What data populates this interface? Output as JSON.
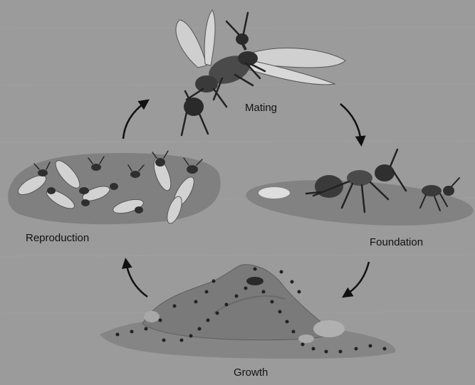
{
  "diagram": {
    "stages": {
      "mating": "Mating",
      "foundation": "Foundation",
      "growth": "Growth",
      "reproduction": "Reproduction"
    },
    "colors": {
      "background": "#9b9b9b",
      "platform": "#828282",
      "ant_dark": "#2a2a2a",
      "ant_body": "#4a4a4a",
      "wing": "#c9c9c9",
      "mound": "#7d7d7d",
      "arrow": "#111111"
    }
  }
}
